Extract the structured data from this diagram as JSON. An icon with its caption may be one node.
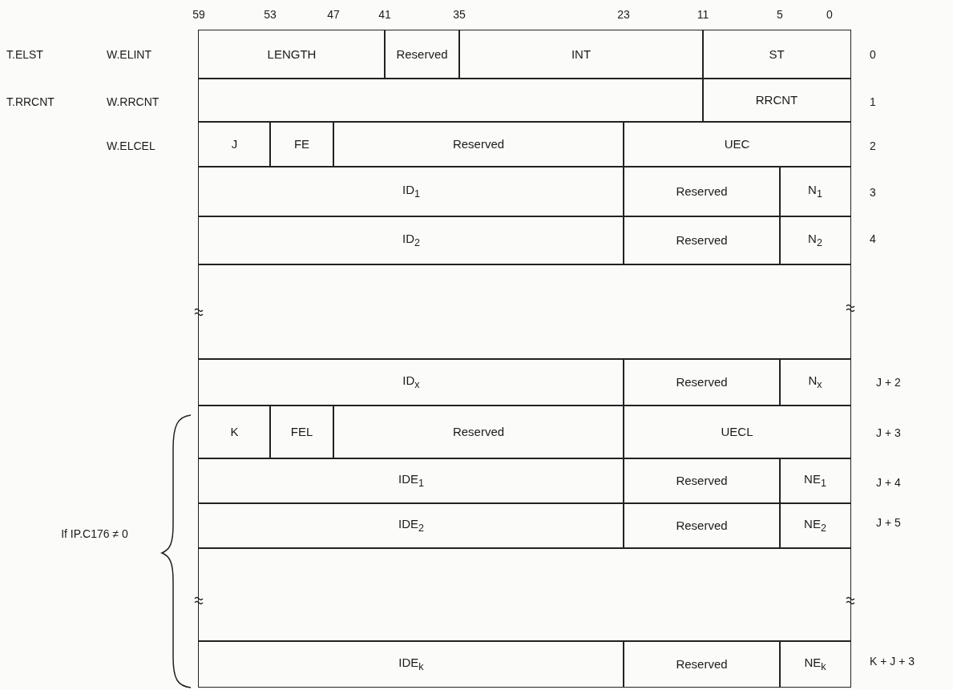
{
  "diagram": {
    "nodes": [
      {
        "text": [
          "LENGTH"
        ]
      },
      {
        "text": [
          "Reserved"
        ]
      },
      {
        "text": [
          "INT"
        ]
      },
      {
        "text": [
          "ST"
        ]
      },
      {
        "text": [],
        "shape": "box"
      },
      {
        "text": [
          "RRCNT"
        ]
      },
      {
        "text": [
          "J"
        ]
      },
      {
        "text": [
          "FE"
        ]
      },
      {
        "text": [
          "Reserved"
        ]
      },
      {
        "text": [
          "UEC"
        ]
      },
      {
        "text": [
          "ID$_{1}$"
        ]
      },
      {
        "text": [
          "Reserved"
        ]
      },
      {
        "text": [
          "N$_{1}$"
        ]
      },
      {
        "text": [
          "ID$_{2}$"
        ]
      },
      {
        "text": [
          "Reserved"
        ]
      },
      {
        "text": [
          "N$_{2}$"
        ]
      },
      {
        "text": [],
        "shape": "box"
      },
      {
        "text": [
          "ID$_{x}$"
        ]
      },
      {
        "text": [
          "Reserved"
        ]
      },
      {
        "text": [
          "N$_{x}$"
        ]
      },
      {
        "text": [
          "K"
        ]
      },
      {
        "text": [
          "FEL"
        ]
      },
      {
        "text": [
          "Reserved"
        ]
      },
      {
        "text": [
          "UECL"
        ]
      },
      {
        "text": [
          "IDE$_{1}$"
        ]
      },
      {
        "text": [
          "Reserved"
        ]
      },
      {
        "text": [
          "NE$_{1}$"
        ]
      },
      {
        "text": [
          "IDE$_{2}$"
        ]
      },
      {
        "text": [
          "Reserved"
        ]
      },
      {
        "text": [
          "NE$_{2}$"
        ]
      },
      {
        "text": [],
        "shape": "box"
      },
      {
        "text": [
          "IDE$_{k}$"
        ]
      },
      {
        "text": [
          "Reserved"
        ]
      },
      {
        "text": [
          "NE$_{k}$"
        ]
      }
    ],
    "labels": [
      "59",
      "53",
      "47",
      "41",
      "35",
      "23",
      "11",
      "5",
      "0",
      "T.ELST",
      "W.ELINT",
      "0",
      "T.RRCNT",
      "W.RRCNT",
      "1",
      "W.ELCEL",
      "2",
      "3",
      "4",
      "J + 2",
      "J + 3",
      "J + 4",
      "J + 5",
      "If IP.C176 ≠ 0",
      "K + J + 3"
    ]
  }
}
